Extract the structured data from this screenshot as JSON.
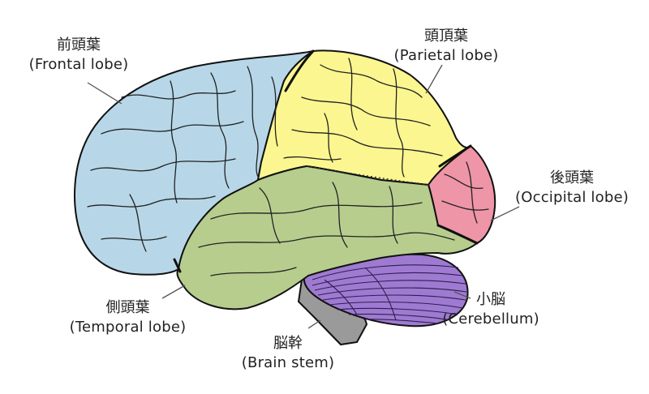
{
  "labels": {
    "frontal": {
      "jp": "前頭葉",
      "en": "(Frontal lobe)"
    },
    "parietal": {
      "jp": "頭頂葉",
      "en": "(Parietal lobe)"
    },
    "occipital": {
      "jp": "後頭葉",
      "en": "(Occipital lobe)"
    },
    "temporal": {
      "jp": "側頭葉",
      "en": "(Temporal lobe)"
    },
    "cerebellum": {
      "jp": "小脳",
      "en": "(Cerebellum)"
    },
    "brainstem": {
      "jp": "脳幹",
      "en": "(Brain stem)"
    }
  },
  "colors": {
    "frontal": "#b7d7e8",
    "parietal": "#fbf690",
    "occipital": "#ef95a8",
    "temporal": "#b7cd8e",
    "cerebellum": "#9e7bd0",
    "brainstem": "#9a9a9a"
  }
}
